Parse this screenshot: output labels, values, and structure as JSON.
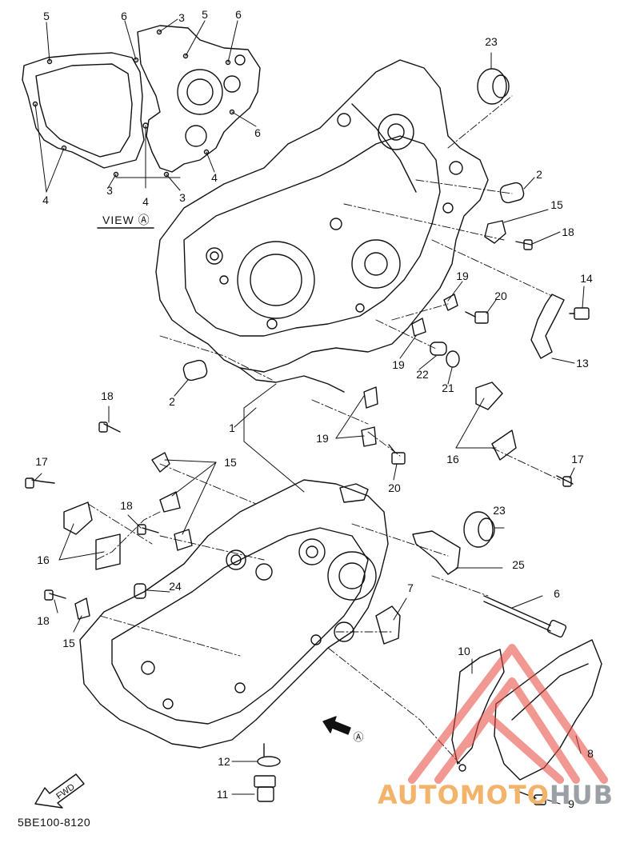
{
  "diagram": {
    "view_label": "VIEW Ⓐ",
    "view_marker": "Ⓐ",
    "fwd_label": "FWD",
    "part_code": "5BE100-8120",
    "callouts": [
      "1",
      "2",
      "2",
      "3",
      "3",
      "3",
      "3",
      "4",
      "4",
      "4",
      "4",
      "5",
      "5",
      "6",
      "6",
      "6",
      "6",
      "7",
      "8",
      "9",
      "10",
      "11",
      "12",
      "13",
      "14",
      "15",
      "15",
      "15",
      "16",
      "16",
      "17",
      "17",
      "18",
      "18",
      "18",
      "18",
      "19",
      "19",
      "19",
      "20",
      "20",
      "21",
      "22",
      "23",
      "23",
      "24",
      "25"
    ]
  },
  "watermark": {
    "brand_main": "AUTOMOTO",
    "brand_suffix": "HUB",
    "color_main": "#f4b36a",
    "color_suffix": "#9aa0a6",
    "logo_color": "#e8453c"
  }
}
